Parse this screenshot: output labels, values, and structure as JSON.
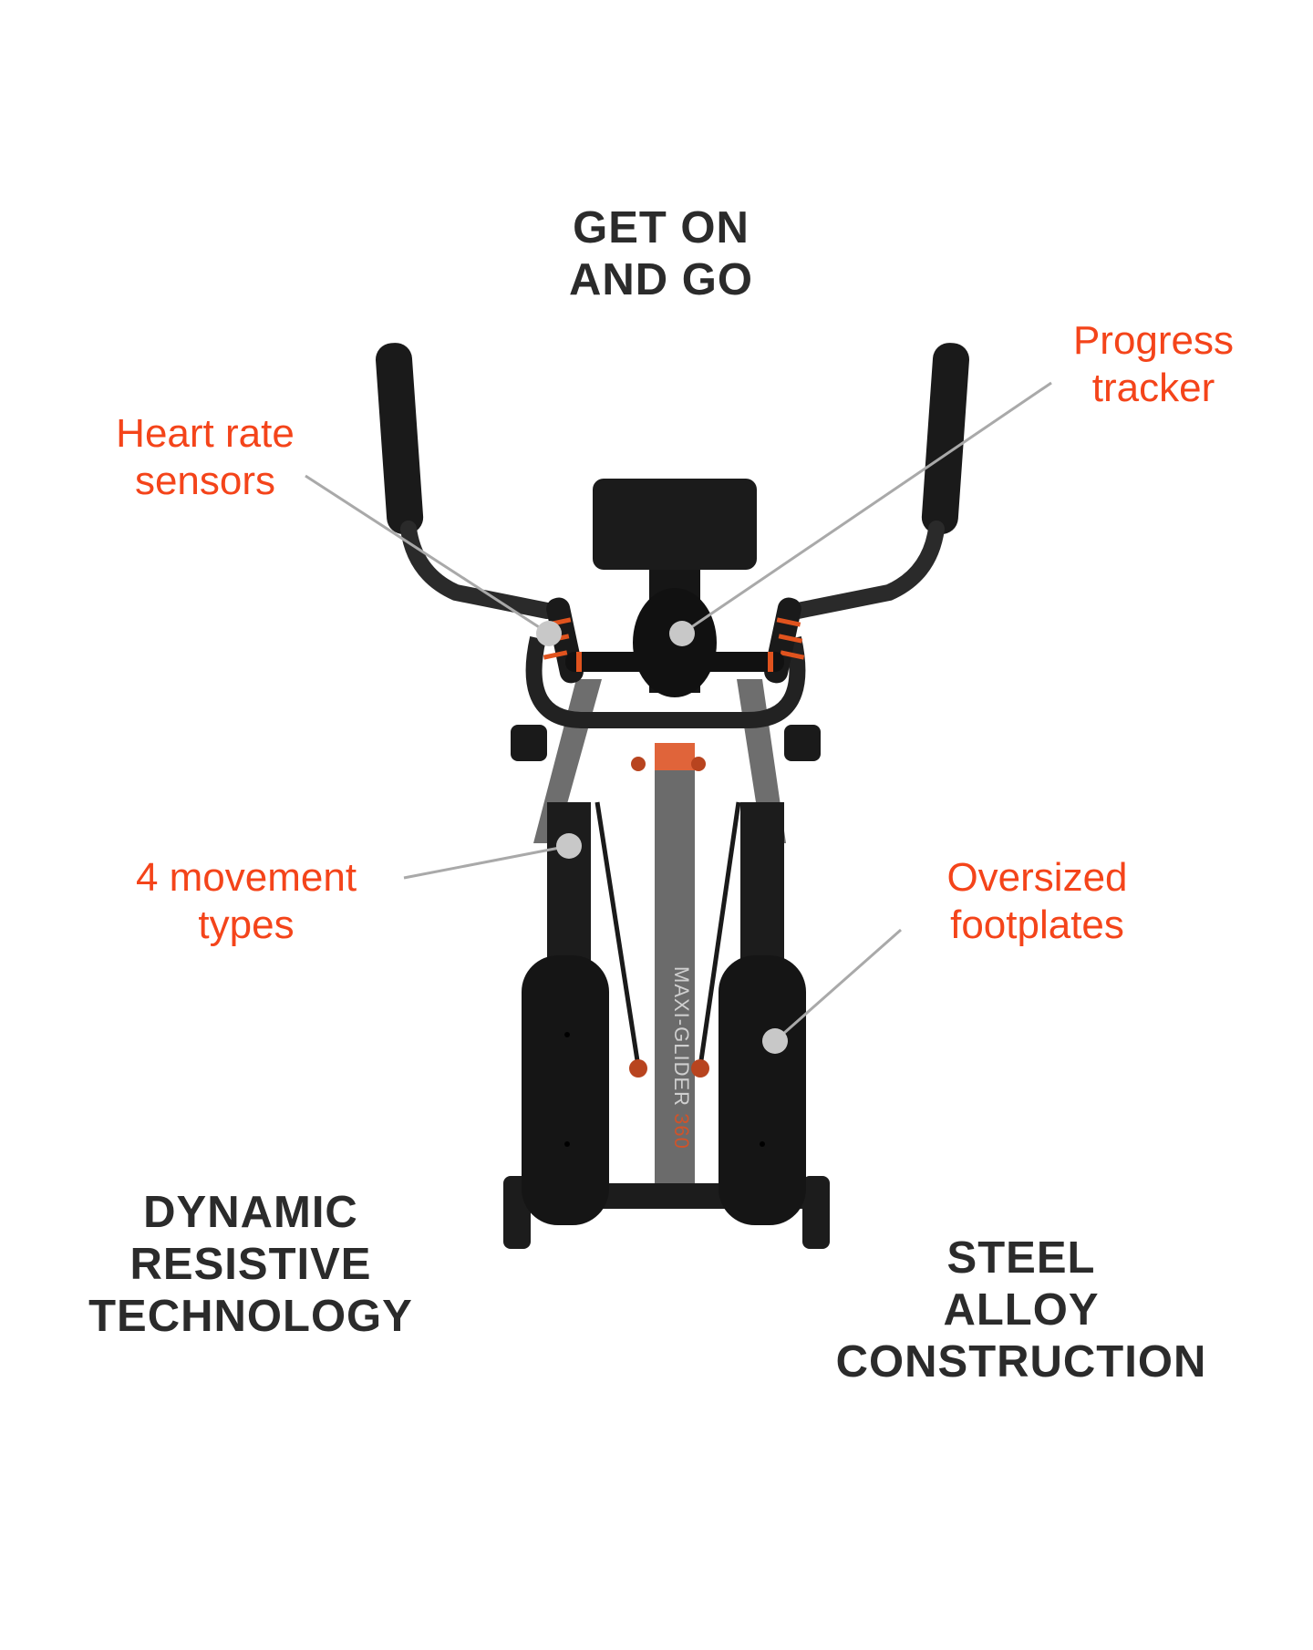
{
  "headlines": {
    "get_on": [
      "GET ON",
      "AND GO"
    ],
    "dynamic": [
      "DYNAMIC",
      "RESISTIVE",
      "TECHNOLOGY"
    ],
    "steel": [
      "STEEL",
      "ALLOY",
      "CONSTRUCTION"
    ]
  },
  "callouts": {
    "heart_rate": [
      "Heart rate",
      "sensors"
    ],
    "progress": [
      "Progress",
      "tracker"
    ],
    "movement": [
      "4 movement",
      "types"
    ],
    "footplates": [
      "Oversized",
      "footplates"
    ]
  },
  "product": {
    "frame_label": "MAXI-GLIDER",
    "frame_label_suffix": "360"
  },
  "colors": {
    "accent": "#f4441a",
    "text_dark": "#2b2b2b",
    "frame_grey": "#6b6b6b",
    "frame_black": "#1c1c1c",
    "callout_dot": "#c8c8c8",
    "callout_line": "#a9a9a9"
  }
}
